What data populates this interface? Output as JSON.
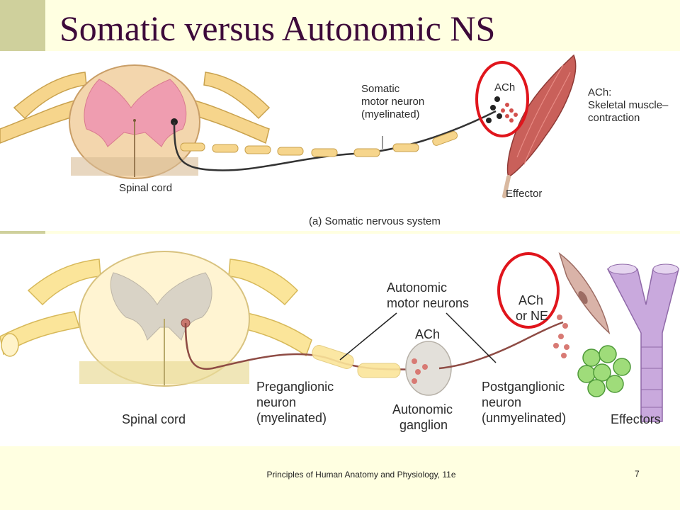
{
  "slide": {
    "title": "Somatic versus Autonomic NS",
    "footer": "Principles of Human Anatomy and Physiology, 11e",
    "page_number": "7",
    "colors": {
      "background": "#ffffe1",
      "accent": "#cfd09c",
      "title": "#3d0a3a",
      "highlight": "#e0151c"
    }
  },
  "somatic": {
    "spinal_cord_label": "Spinal cord",
    "neuron_label": [
      "Somatic",
      "motor neuron",
      "(myelinated)"
    ],
    "neurotransmitter": "ACh",
    "effect_label": [
      "ACh:",
      "Skeletal muscle–",
      "contraction"
    ],
    "effector_label": "Effector",
    "caption": "(a) Somatic nervous system"
  },
  "autonomic": {
    "spinal_cord_label": "Spinal cord",
    "motor_neurons_label": [
      "Autonomic",
      "motor neurons"
    ],
    "ganglion_neurotransmitter": "ACh",
    "terminal_neurotransmitter": [
      "ACh",
      "or NE"
    ],
    "preganglionic_label": [
      "Preganglionic",
      "neuron",
      "(myelinated)"
    ],
    "ganglion_label": [
      "Autonomic",
      "ganglion"
    ],
    "postganglionic_label": [
      "Postganglionic",
      "neuron",
      "(unmyelinated)"
    ],
    "effectors_label": "Effectors"
  }
}
